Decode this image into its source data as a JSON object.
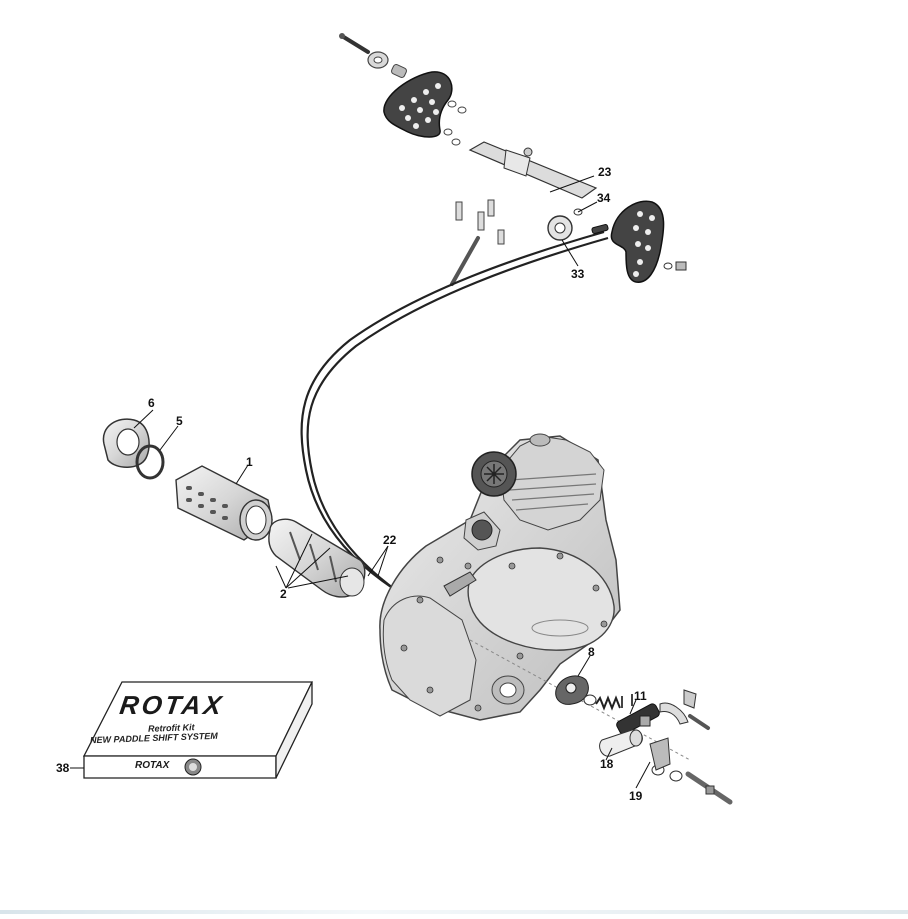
{
  "diagram": {
    "callouts": [
      {
        "id": "c1",
        "label": "1"
      },
      {
        "id": "c2",
        "label": "2"
      },
      {
        "id": "c5",
        "label": "5"
      },
      {
        "id": "c6",
        "label": "6"
      },
      {
        "id": "c8",
        "label": "8"
      },
      {
        "id": "c11",
        "label": "11"
      },
      {
        "id": "c18",
        "label": "18"
      },
      {
        "id": "c19",
        "label": "19"
      },
      {
        "id": "c22",
        "label": "22"
      },
      {
        "id": "c23",
        "label": "23"
      },
      {
        "id": "c33",
        "label": "33"
      },
      {
        "id": "c34",
        "label": "34"
      },
      {
        "id": "c38",
        "label": "38"
      }
    ],
    "kit_box": {
      "brand": "ROTAX",
      "line1": "Retrofit Kit",
      "line2": "NEW PADDLE SHIFT SYSTEM",
      "brand_small": "ROTAX",
      "logo_icon": "brp-logo-icon"
    },
    "colors": {
      "line": "#1a1a1a",
      "part_fill": "#e6e6e6",
      "part_shadow": "#b9b9b9",
      "cable": "#222222"
    }
  }
}
